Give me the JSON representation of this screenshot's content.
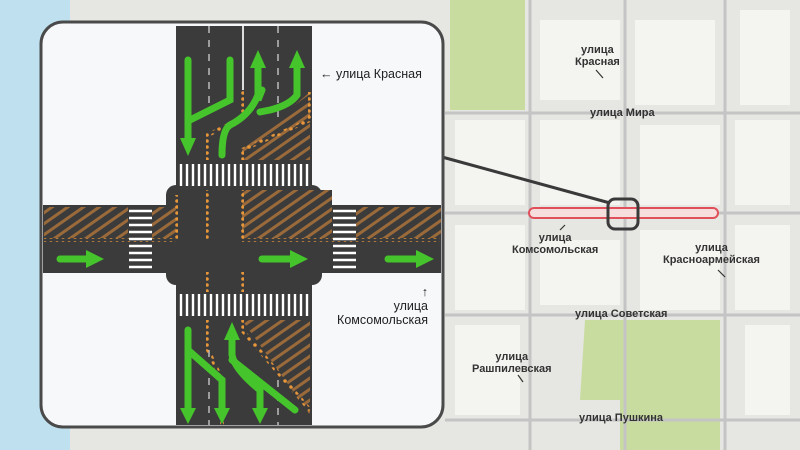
{
  "map": {
    "streets": {
      "krasnaya": {
        "line1": "улица",
        "line2": "Красная"
      },
      "mira": "улица Мира",
      "komsomolskaya": {
        "line1": "улица",
        "line2": "Комсомольская"
      },
      "krasnoarmeyskaya": {
        "line1": "улица",
        "line2": "Красноармейская"
      },
      "sovetskaya": "улица Советская",
      "rashpilevskaya": {
        "line1": "улица",
        "line2": "Рашпилевская"
      },
      "pushkina": "улица Пушкина"
    },
    "highlight_color": "#e0505a",
    "park_color": "#c9dca0"
  },
  "inset": {
    "krasnaya_label": "← улица Красная",
    "komsomolskaya_arrow": "↑",
    "komsomolskaya_line1": "улица",
    "komsomolskaya_line2": "Комсомольская",
    "arrow_color": "#45c52b",
    "marking_color": "#e8963a"
  }
}
